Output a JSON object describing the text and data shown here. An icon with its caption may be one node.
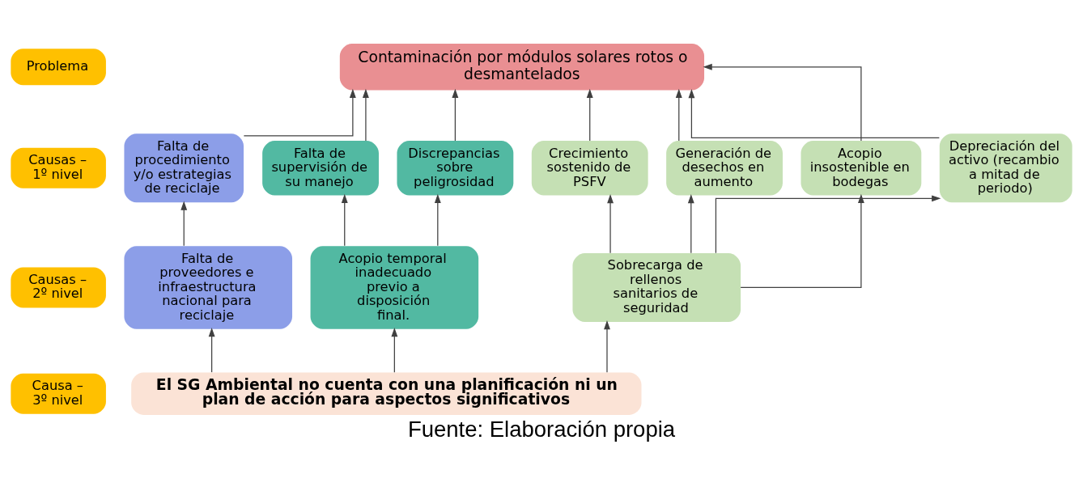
{
  "diagram": {
    "caption": "Fuente: Elaboración propia",
    "nodes": [
      {
        "text": [
          "Problema"
        ]
      },
      {
        "text": [
          "Causas – 1º nivel"
        ]
      },
      {
        "text": [
          "Causas – 2º nivel"
        ]
      },
      {
        "text": [
          "Causa – 3º nivel"
        ]
      },
      {
        "text": [
          "Contaminación por módulos solares rotos o desmantelados"
        ]
      },
      {
        "text": [
          "Falta de procedimiento y/o estrategias de reciclaje"
        ]
      },
      {
        "text": [
          "Falta de supervisión de su manejo"
        ]
      },
      {
        "text": [
          "Discrepancias sobre peligrosidad"
        ]
      },
      {
        "text": [
          "Crecimiento sostenido de PSFV"
        ]
      },
      {
        "text": [
          "Generación de desechos en aumento"
        ]
      },
      {
        "text": [
          "Acopio insostenible en bodegas"
        ]
      },
      {
        "text": [
          "Depreciación del activo (recambio a mitad de periodo)"
        ]
      },
      {
        "text": [
          "Falta de proveedores e infraestructura nacional para reciclaje"
        ]
      },
      {
        "text": [
          "Acopio temporal inadecuado previo a disposición final."
        ]
      },
      {
        "text": [
          "Sobrecarga de rellenos sanitarios de seguridad"
        ]
      },
      {
        "text": [
          "El SG Ambiental no cuenta con una planificación ni un plan de acción para aspectos significativos"
        ]
      }
    ],
    "edges": [
      {
        "from": 5,
        "to": 4,
        "arrow": "to"
      },
      {
        "from": 6,
        "to": 4,
        "arrow": "to"
      },
      {
        "from": 7,
        "to": 4,
        "arrow": "to"
      },
      {
        "from": 8,
        "to": 4,
        "arrow": "to"
      },
      {
        "from": 9,
        "to": 4,
        "arrow": "to"
      },
      {
        "from": 10,
        "to": 4,
        "arrow": "to"
      },
      {
        "from": 11,
        "to": 4,
        "arrow": "to"
      },
      {
        "from": 12,
        "to": 5,
        "arrow": "to"
      },
      {
        "from": 13,
        "to": 6,
        "arrow": "to"
      },
      {
        "from": 13,
        "to": 7,
        "arrow": "to"
      },
      {
        "from": 14,
        "to": 8,
        "arrow": "to"
      },
      {
        "from": 14,
        "to": 9,
        "arrow": "to"
      },
      {
        "from": 14,
        "to": 10,
        "arrow": "to"
      },
      {
        "from": 14,
        "to": 11,
        "arrow": "to"
      },
      {
        "from": 15,
        "to": 12,
        "arrow": "to"
      },
      {
        "from": 15,
        "to": 13,
        "arrow": "to"
      },
      {
        "from": 15,
        "to": 14,
        "arrow": "to"
      }
    ]
  }
}
